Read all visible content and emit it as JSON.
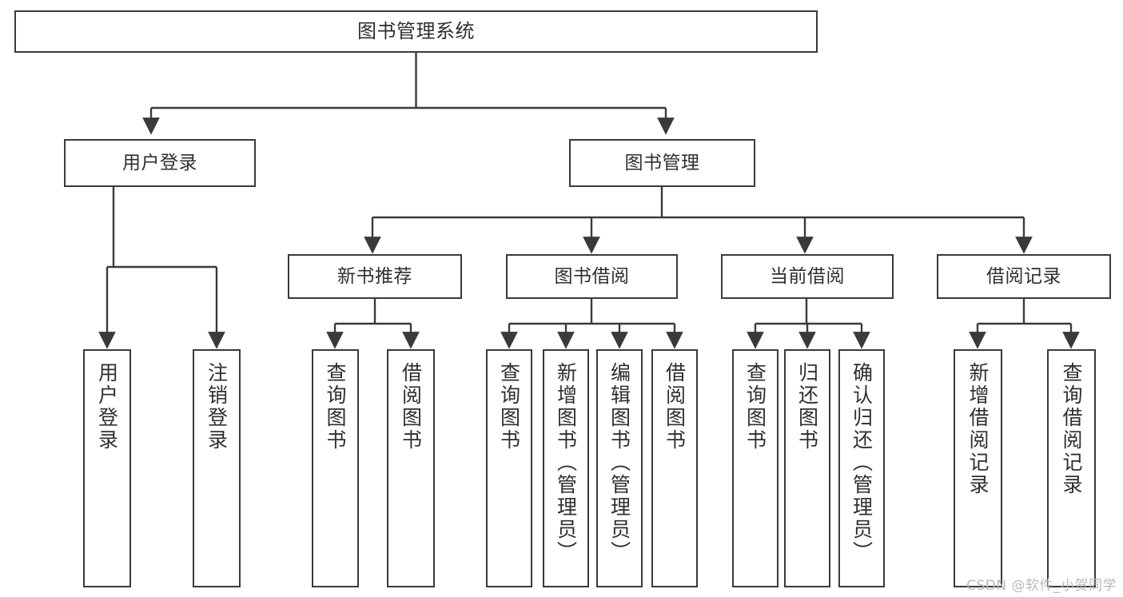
{
  "diagram": {
    "title": "图书管理系统",
    "watermark": "CSDN @软件_小贺同学",
    "colors": {
      "stroke": "#3a3a3a",
      "text": "#2f2f2f",
      "background": "#ffffff",
      "watermark": "#b9b9b9"
    },
    "levels": {
      "root": "图书管理系统",
      "level2": [
        "用户登录",
        "图书管理"
      ],
      "level3": [
        "新书推荐",
        "图书借阅",
        "当前借阅",
        "借阅记录"
      ]
    },
    "nodes": {
      "root": {
        "label": "图书管理系统"
      },
      "user_login": {
        "label": "用户登录"
      },
      "book_manage": {
        "label": "图书管理"
      },
      "new_book_rec": {
        "label": "新书推荐"
      },
      "book_borrow": {
        "label": "图书借阅"
      },
      "current_borrow": {
        "label": "当前借阅"
      },
      "borrow_record": {
        "label": "借阅记录"
      }
    },
    "leaves": {
      "user_login": [
        {
          "label": "用户登录"
        },
        {
          "label": "注销登录"
        }
      ],
      "new_book_rec": [
        {
          "label": "查询图书"
        },
        {
          "label": "借阅图书"
        }
      ],
      "book_borrow": [
        {
          "label": "查询图书"
        },
        {
          "label": "新增图书（管理员）"
        },
        {
          "label": "编辑图书（管理员）"
        },
        {
          "label": "借阅图书"
        }
      ],
      "current_borrow": [
        {
          "label": "查询图书"
        },
        {
          "label": "归还图书"
        },
        {
          "label": "确认归还（管理员）"
        }
      ],
      "borrow_record": [
        {
          "label": "新增借阅记录"
        },
        {
          "label": "查询借阅记录"
        }
      ]
    }
  }
}
